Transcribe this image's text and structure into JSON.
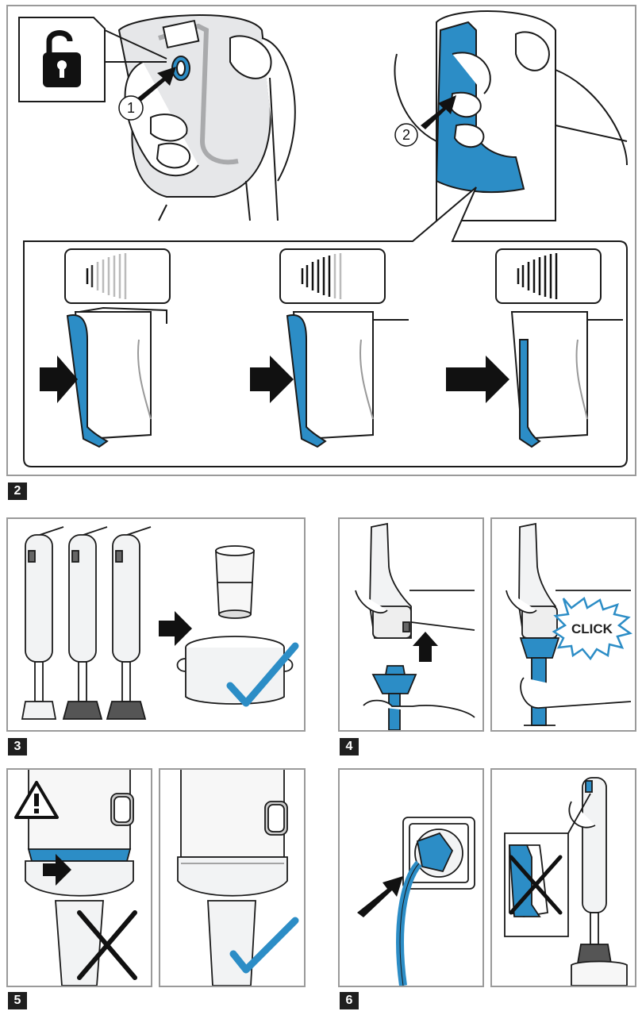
{
  "figures": [
    {
      "number": "2"
    },
    {
      "number": "3"
    },
    {
      "number": "4"
    },
    {
      "number": "5"
    },
    {
      "number": "6"
    }
  ],
  "callouts": {
    "step_one": "1",
    "step_two": "2",
    "click": "CLICK"
  },
  "colors": {
    "accent_blue": "#2c8dc6",
    "dark_blue": "#1b5f8a",
    "outline": "#1a1a1a",
    "frame_grey": "#9a9a9a",
    "light_grey": "#e6e7e9"
  },
  "icons": [
    "unlock-icon",
    "warning-icon",
    "cross-mark-icon",
    "check-mark-icon",
    "arrow-icon",
    "speed-indicator-icon"
  ]
}
